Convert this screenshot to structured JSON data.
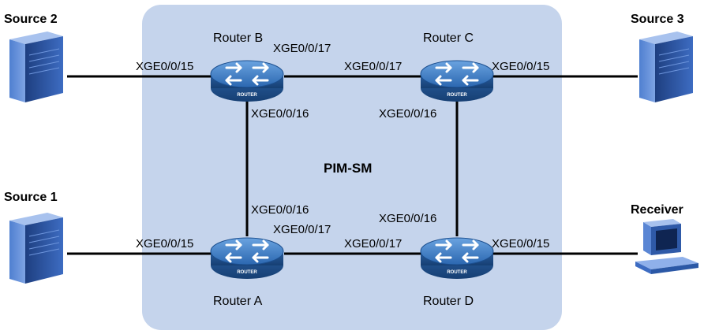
{
  "diagram": {
    "area_label": "PIM-SM",
    "colors": {
      "area_fill": "#c5d4ec",
      "router_blue": "#2e6fb8",
      "server_blue": "#2f5aa8",
      "link": "#000000"
    },
    "routers": {
      "a": {
        "name": "Router A",
        "badge": "ROUTER"
      },
      "b": {
        "name": "Router B",
        "badge": "ROUTER"
      },
      "c": {
        "name": "Router C",
        "badge": "ROUTER"
      },
      "d": {
        "name": "Router D",
        "badge": "ROUTER"
      }
    },
    "hosts": {
      "source1": "Source 1",
      "source2": "Source 2",
      "source3": "Source 3",
      "receiver": "Receiver"
    },
    "ports": {
      "b_to_source2": "XGE0/0/15",
      "b_to_c": "XGE0/0/17",
      "b_to_a": "XGE0/0/16",
      "c_to_b": "XGE0/0/17",
      "c_to_source3": "XGE0/0/15",
      "c_to_d": "XGE0/0/16",
      "a_to_source1": "XGE0/0/15",
      "a_to_b": "XGE0/0/16",
      "a_to_d": "XGE0/0/17",
      "d_to_c": "XGE0/0/16",
      "d_to_a": "XGE0/0/17",
      "d_to_receiver": "XGE0/0/15"
    }
  }
}
